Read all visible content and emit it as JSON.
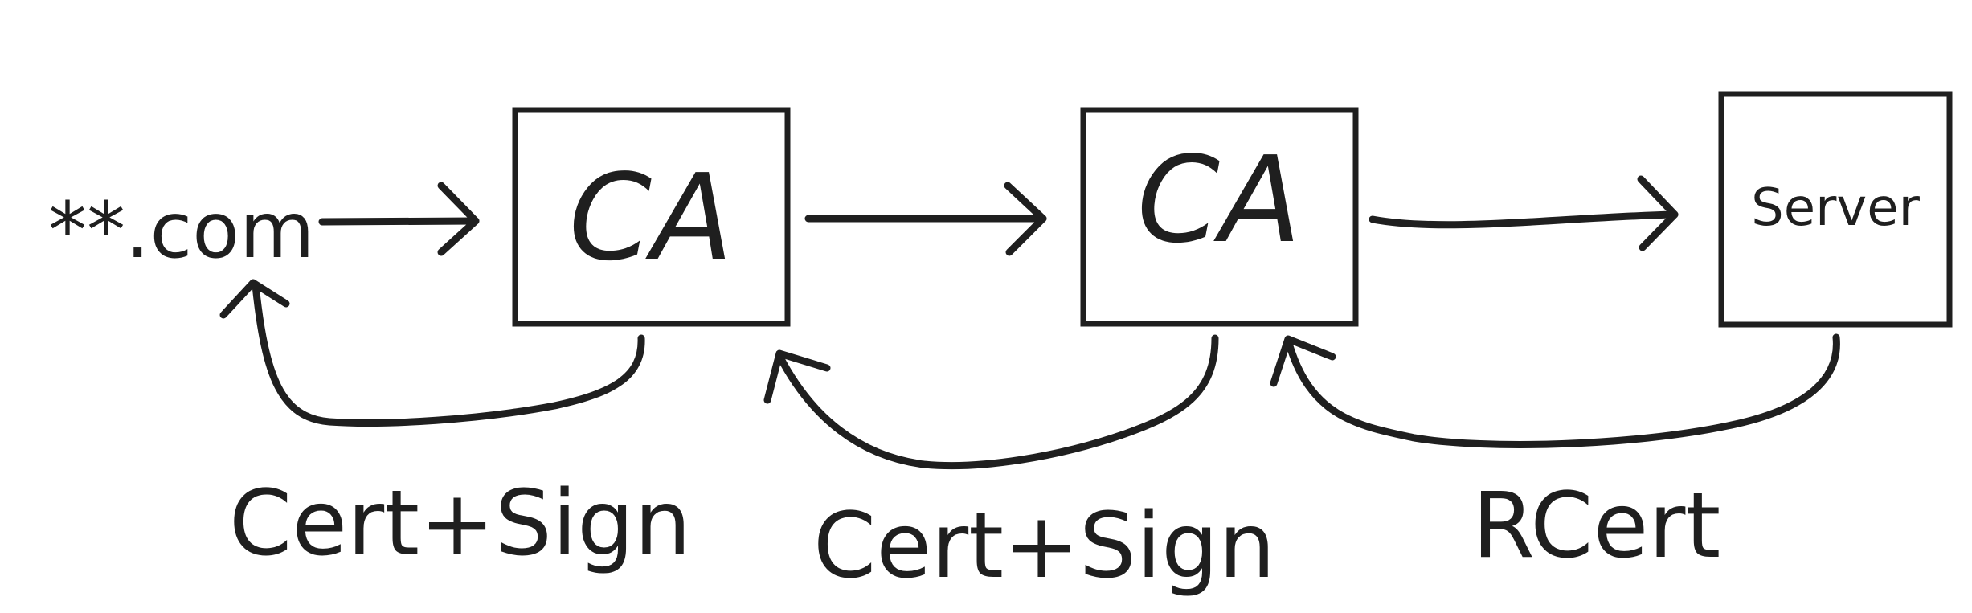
{
  "nodes": {
    "domain": {
      "label": "**.com"
    },
    "ca_1": {
      "label": "CA"
    },
    "ca_2": {
      "label": "CA"
    },
    "server": {
      "label": "Server"
    }
  },
  "edges": {
    "ca1_to_domain": {
      "label": "Cert+Sign"
    },
    "ca2_to_ca1": {
      "label": "Cert+Sign"
    },
    "server_to_ca2": {
      "label": "RCert"
    }
  }
}
